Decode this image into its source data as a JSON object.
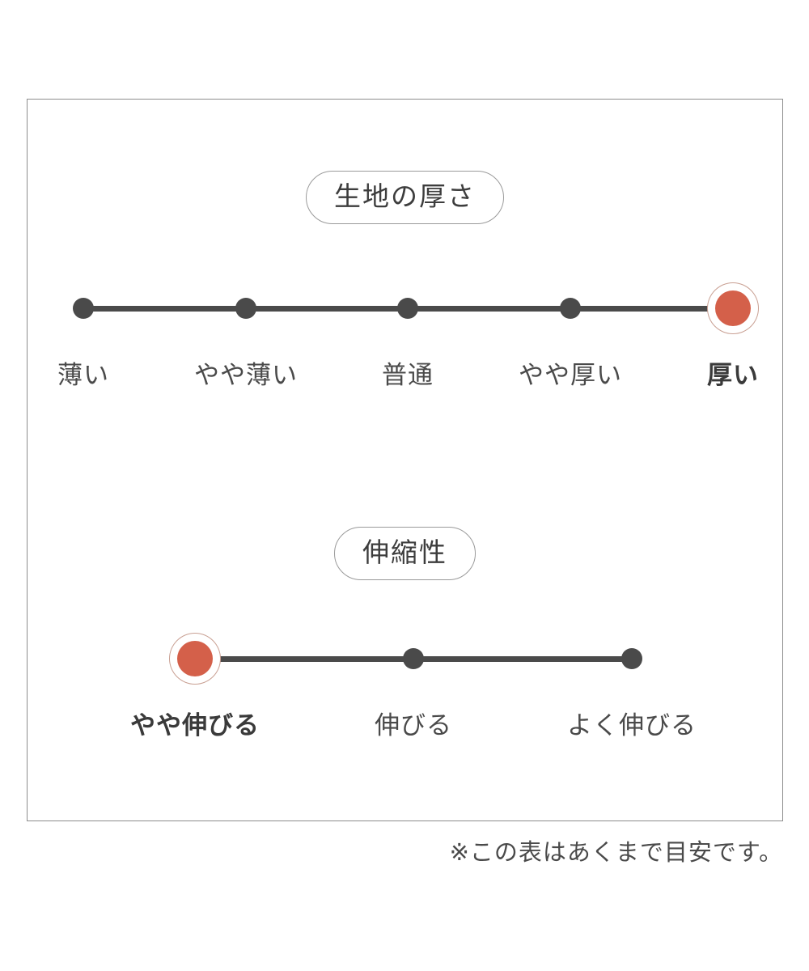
{
  "chart_data": {
    "type": "scatter",
    "title": "",
    "note": "※この表はあくまで目安です。",
    "sections": [
      {
        "heading": "生地の厚さ",
        "categories": [
          "薄い",
          "やや薄い",
          "普通",
          "やや厚い",
          "厚い"
        ],
        "selected_index": 4,
        "selected_label": "厚い",
        "values": [
          1,
          2,
          3,
          4,
          5
        ],
        "scale_min": 1,
        "scale_max": 5
      },
      {
        "heading": "伸縮性",
        "categories": [
          "やや伸びる",
          "伸びる",
          "よく伸びる"
        ],
        "selected_index": 0,
        "selected_label": "やや伸びる",
        "values": [
          1,
          2,
          3
        ],
        "scale_min": 1,
        "scale_max": 3
      }
    ],
    "colors": {
      "accent": "#d4604a",
      "accent_ring": "#c9a093",
      "track": "#4a4a4a",
      "text": "#4a4a4a",
      "frame": "#8c8c8c",
      "pill_border": "#9a9a9a",
      "background": "#ffffff"
    },
    "legend_position": "none",
    "grid": false
  }
}
